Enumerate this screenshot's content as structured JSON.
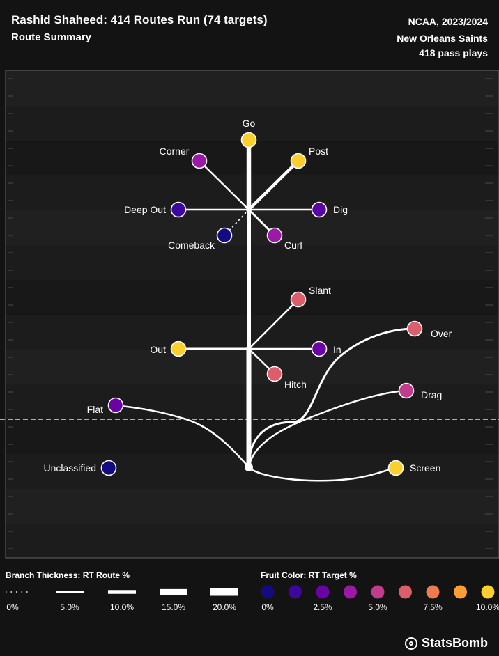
{
  "header": {
    "title": "Rashid Shaheed: 414 Routes Run (74 targets)",
    "subtitle": "Route Summary",
    "competition": "NCAA, 2023/2024",
    "team": "New Orleans Saints",
    "pass_plays": "418 pass plays"
  },
  "legend": {
    "thickness_title": "Branch Thickness: RT Route %",
    "thickness_labels": [
      "0%",
      "5.0%",
      "10.0%",
      "15.0%",
      "20.0%"
    ],
    "thickness_values": [
      0,
      5,
      10,
      15,
      20
    ],
    "color_title": "Fruit Color: RT Target %",
    "color_labels": [
      "0%",
      "",
      "2.5%",
      "",
      "5.0%",
      "",
      "7.5%",
      "",
      "10.0%"
    ],
    "color_stops": [
      "#120c80",
      "#3d069e",
      "#6a03a6",
      "#9a1aa5",
      "#c13c8e",
      "#dc5e6b",
      "#ef7c4e",
      "#fa9e36",
      "#fbd02e"
    ]
  },
  "brand": {
    "name": "StatsBomb"
  },
  "chart_data": {
    "type": "route-tree",
    "line_of_scrimmage_shown": true,
    "routes": [
      {
        "name": "Go",
        "route_pct": 6.5,
        "target_pct": 9.5,
        "color": "#fbd02e"
      },
      {
        "name": "Corner",
        "route_pct": 2.5,
        "target_pct": 4.0,
        "color": "#9a1aa5"
      },
      {
        "name": "Post",
        "route_pct": 4.5,
        "target_pct": 10.0,
        "color": "#fbd02e"
      },
      {
        "name": "Deep Out",
        "route_pct": 2.5,
        "target_pct": 1.5,
        "color": "#3d069e"
      },
      {
        "name": "Dig",
        "route_pct": 2.5,
        "target_pct": 2.0,
        "color": "#5a04a6"
      },
      {
        "name": "Comeback",
        "route_pct": 0.5,
        "target_pct": 0.0,
        "color": "#120c80"
      },
      {
        "name": "Curl",
        "route_pct": 3.0,
        "target_pct": 4.0,
        "color": "#9a1aa5"
      },
      {
        "name": "Slant",
        "route_pct": 2.5,
        "target_pct": 6.5,
        "color": "#dc5e6b"
      },
      {
        "name": "Out",
        "route_pct": 3.0,
        "target_pct": 9.5,
        "color": "#fbd02e"
      },
      {
        "name": "In",
        "route_pct": 2.5,
        "target_pct": 2.0,
        "color": "#6a03a6"
      },
      {
        "name": "Hitch",
        "route_pct": 2.5,
        "target_pct": 6.5,
        "color": "#dc5e6b"
      },
      {
        "name": "Over",
        "route_pct": 3.0,
        "target_pct": 6.5,
        "color": "#dc5e6b"
      },
      {
        "name": "Drag",
        "route_pct": 2.5,
        "target_pct": 5.5,
        "color": "#c13c8e"
      },
      {
        "name": "Flat",
        "route_pct": 2.5,
        "target_pct": 3.5,
        "color": "#6a03a6"
      },
      {
        "name": "Screen",
        "route_pct": 2.5,
        "target_pct": 9.5,
        "color": "#fbd02e"
      },
      {
        "name": "Unclassified",
        "route_pct": 0.0,
        "target_pct": 0.0,
        "color": "#120c80"
      }
    ]
  }
}
